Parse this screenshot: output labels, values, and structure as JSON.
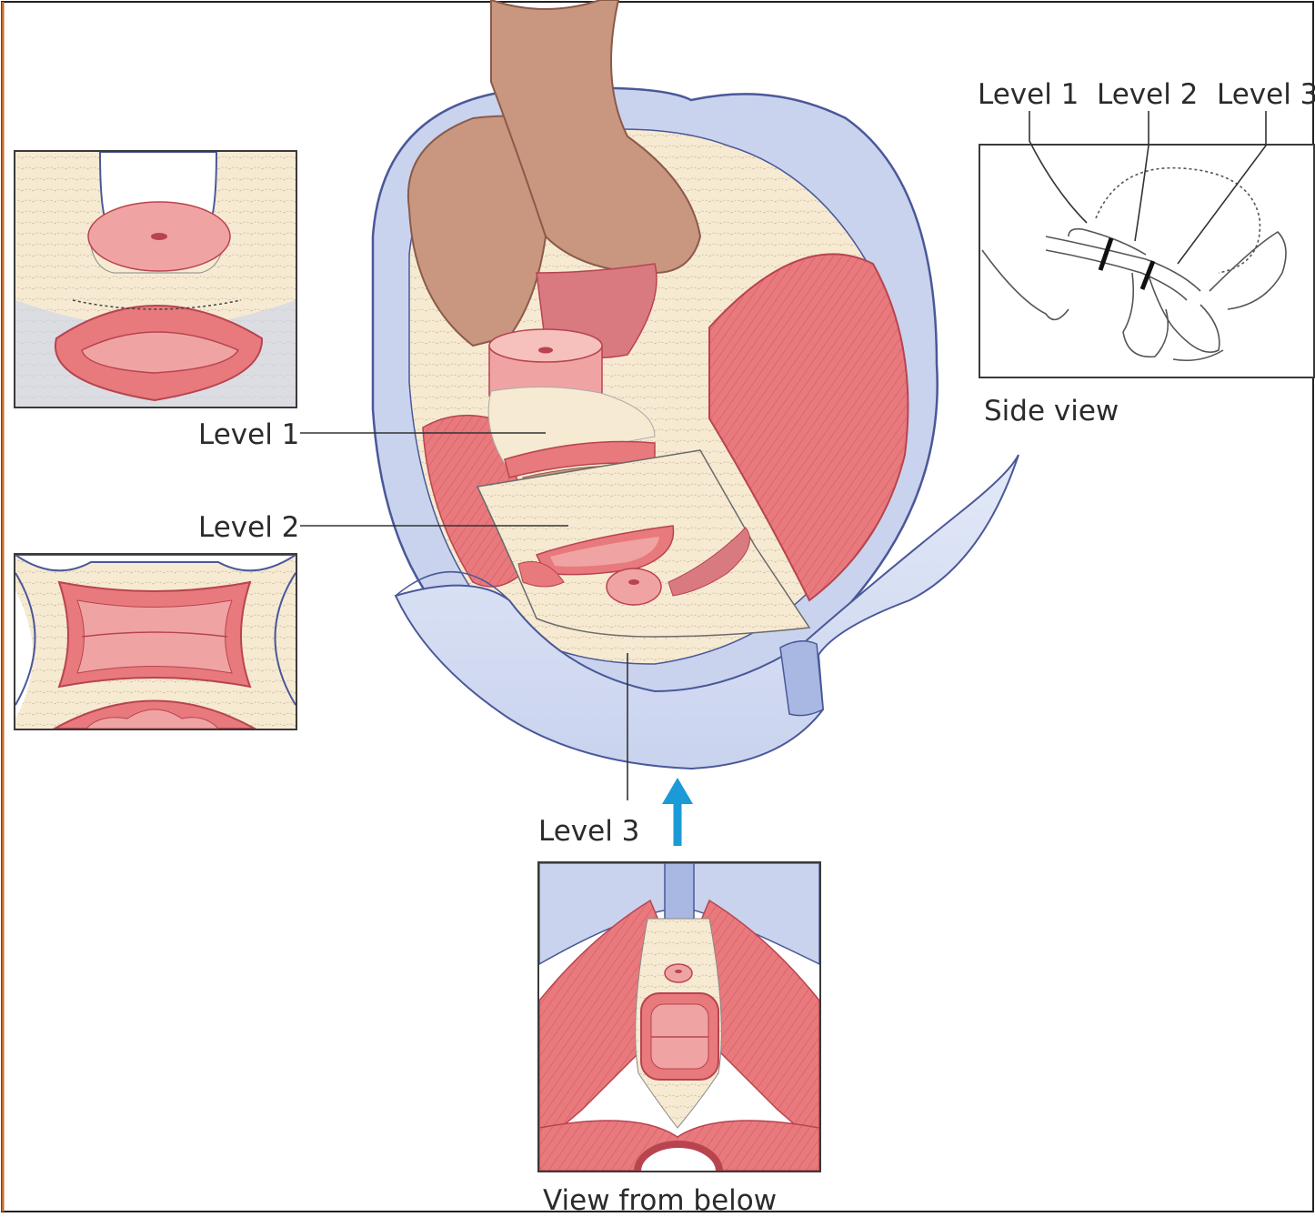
{
  "labels": {
    "level1": "Level 1",
    "level2": "Level 2",
    "level3": "Level 3"
  },
  "side_view": {
    "title": "Side view",
    "level1": "Level 1",
    "level2": "Level 2",
    "level3": "Level 3"
  },
  "bottom_view": {
    "caption": "View from below"
  },
  "colors": {
    "bone": "#c9d3ee",
    "bone_stroke": "#4a5898",
    "fascia": "#f6ead2",
    "muscle": "#e8797d",
    "muscle_dark": "#cf5661",
    "pink": "#f0a3a3",
    "uterus": "#c9977f",
    "arrow": "#1a9ad6",
    "frame": "#c86a2a"
  }
}
